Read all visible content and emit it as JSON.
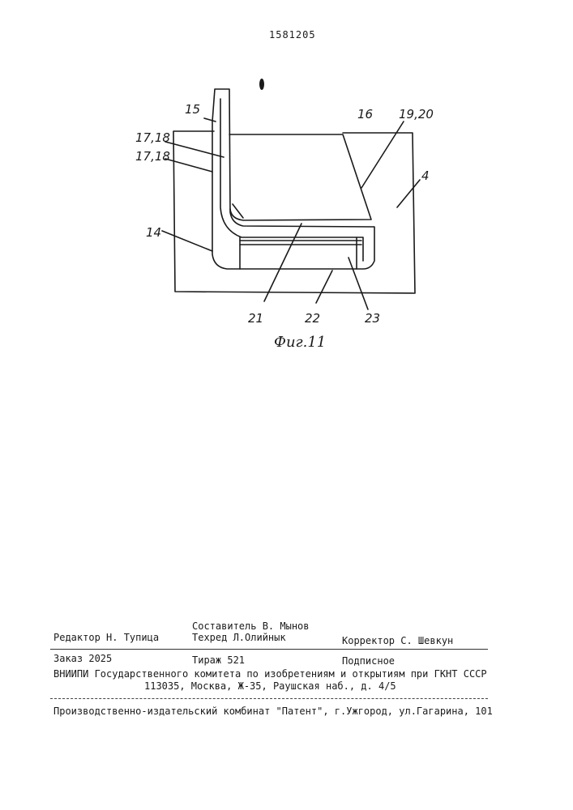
{
  "patent_number": "1581205",
  "figure": {
    "caption": "Фиг.11",
    "labels": {
      "l15": "15",
      "l1718a": "17,18",
      "l1718b": "17,18",
      "l14": "14",
      "l16": "16",
      "l1920": "19,20",
      "l4": "4",
      "l21": "21",
      "l22": "22",
      "l23": "23"
    }
  },
  "imprint": {
    "editor": "Редактор Н. Тупица",
    "compiler": "Составитель В. Мынов",
    "techred": "Техред  Л.Олийнык",
    "corrector": "Корректор С. Шевкун",
    "order": "Заказ 2025",
    "circulation": "Тираж 521",
    "subscription": "Подписное",
    "vniipi": "ВНИИПИ Государственного комитета по изобретениям и открытиям при ГКНТ СССР",
    "address": "113035, Москва, Ж-35, Раушская наб., д. 4/5",
    "publisher": "Производственно-издательский комбинат \"Патент\", г.Ужгород, ул.Гагарина, 101"
  }
}
